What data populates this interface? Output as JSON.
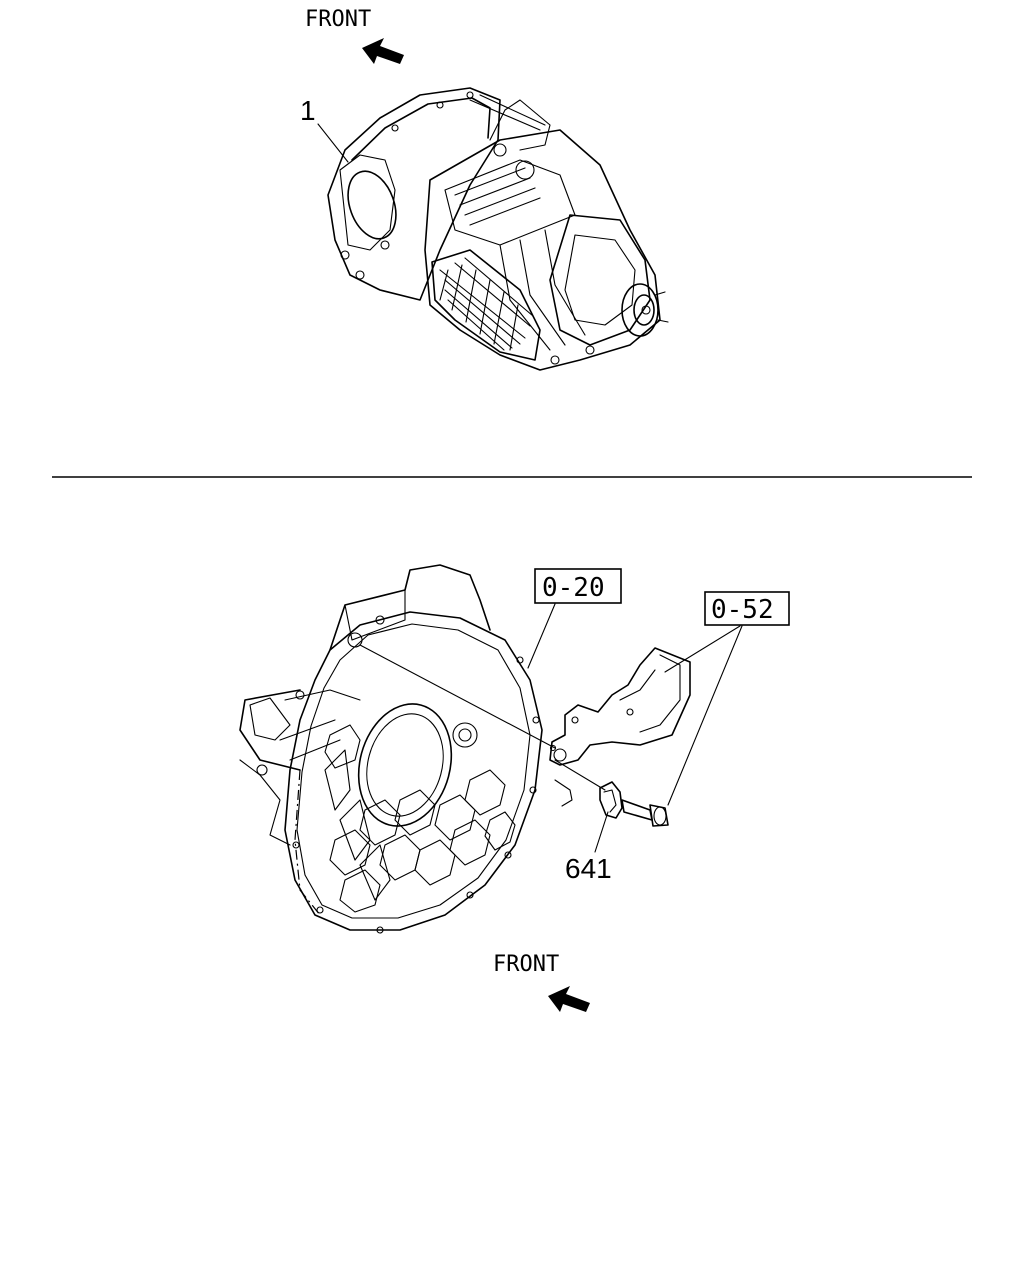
{
  "top_view": {
    "front_label": "FRONT",
    "callouts": [
      {
        "id": "item-1",
        "text": "1"
      }
    ]
  },
  "bottom_view": {
    "front_label": "FRONT",
    "boxed_refs": [
      {
        "id": "ref-0-20",
        "text": "0-20"
      },
      {
        "id": "ref-0-52",
        "text": "0-52"
      }
    ],
    "callouts": [
      {
        "id": "item-641",
        "text": "641"
      }
    ]
  }
}
